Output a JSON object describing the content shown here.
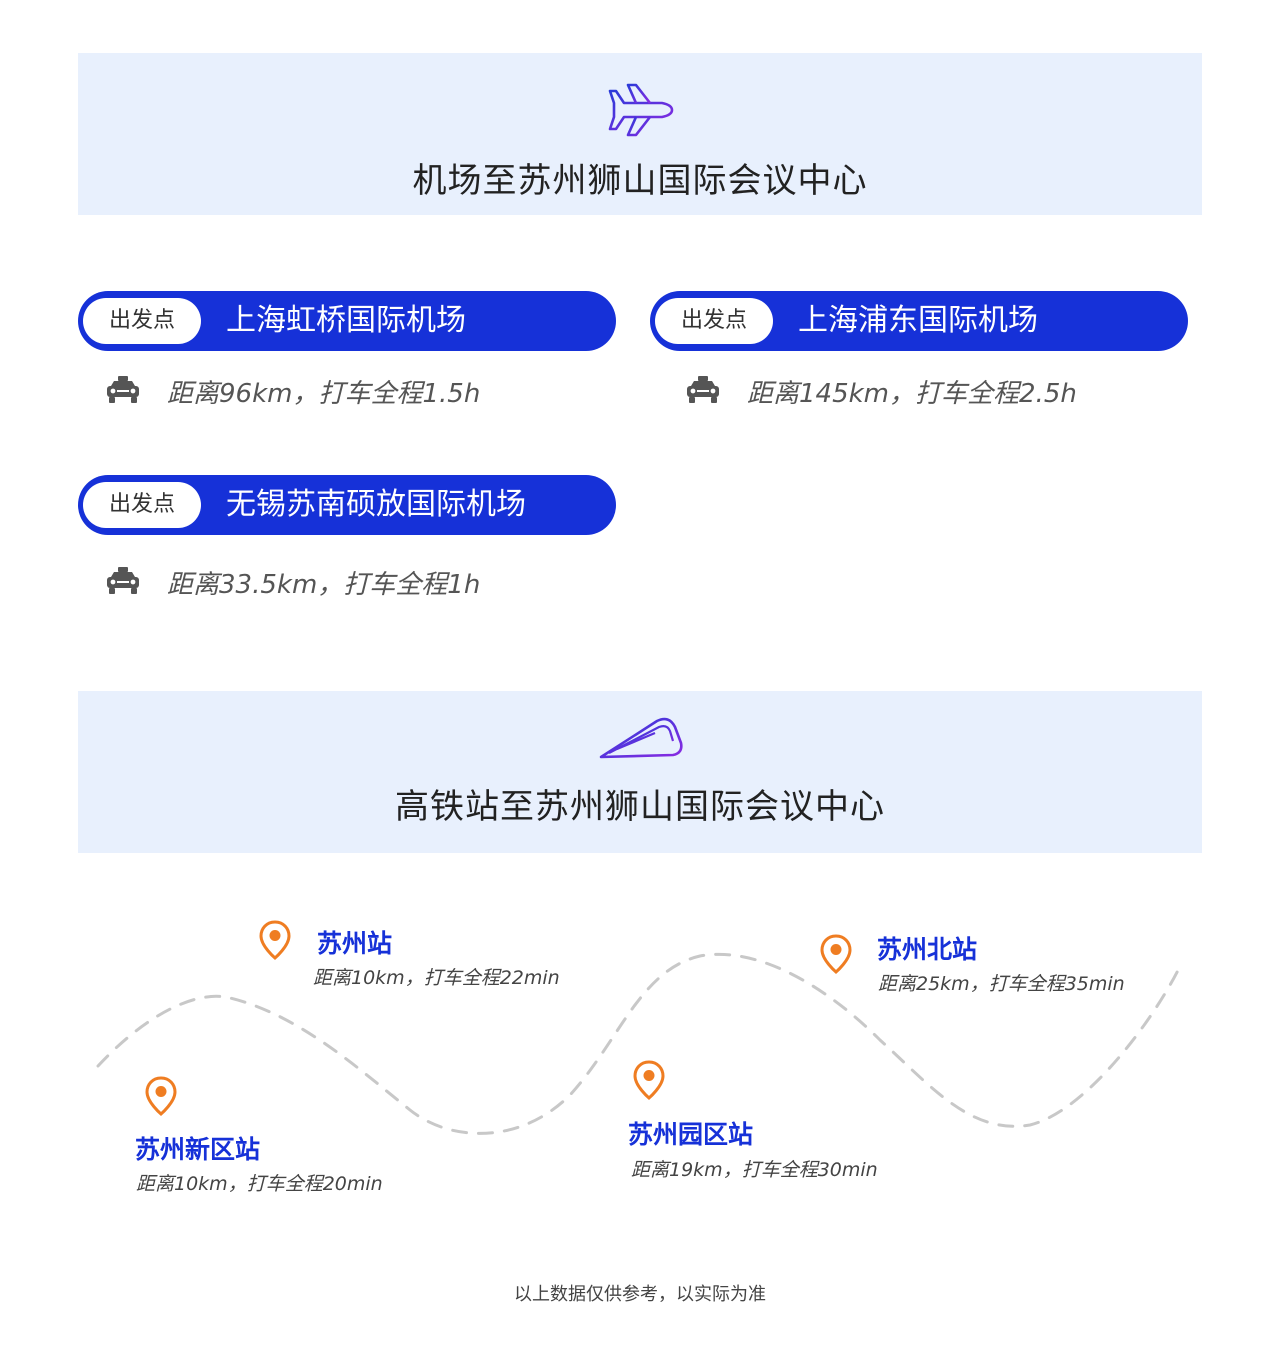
{
  "airport_section": {
    "title": "机场至苏州狮山国际会议中心",
    "icon": "airplane-icon",
    "origins": [
      {
        "tag": "出发点",
        "name": "上海虹桥国际机场",
        "ride": "距离96km，打车全程1.5h"
      },
      {
        "tag": "出发点",
        "name": "上海浦东国际机场",
        "ride": "距离145km，打车全程2.5h"
      },
      {
        "tag": "出发点",
        "name": "无锡苏南硕放国际机场",
        "ride": "距离33.5km，打车全程1h"
      }
    ]
  },
  "train_section": {
    "title": "高铁站至苏州狮山国际会议中心",
    "icon": "train-icon",
    "stations": [
      {
        "name": "苏州站",
        "info": "距离10km，打车全程22min"
      },
      {
        "name": "苏州新区站",
        "info": "距离10km，打车全程20min"
      },
      {
        "name": "苏州园区站",
        "info": "距离19km，打车全程30min"
      },
      {
        "name": "苏州北站",
        "info": "距离25km，打车全程35min"
      }
    ]
  },
  "colors": {
    "accent": "#1631d8",
    "header_bg": "#e8f0fd",
    "pin": "#ef7d22",
    "icon_purple": "#6a2fd6"
  },
  "footnote": "以上数据仅供参考，以实际为准"
}
